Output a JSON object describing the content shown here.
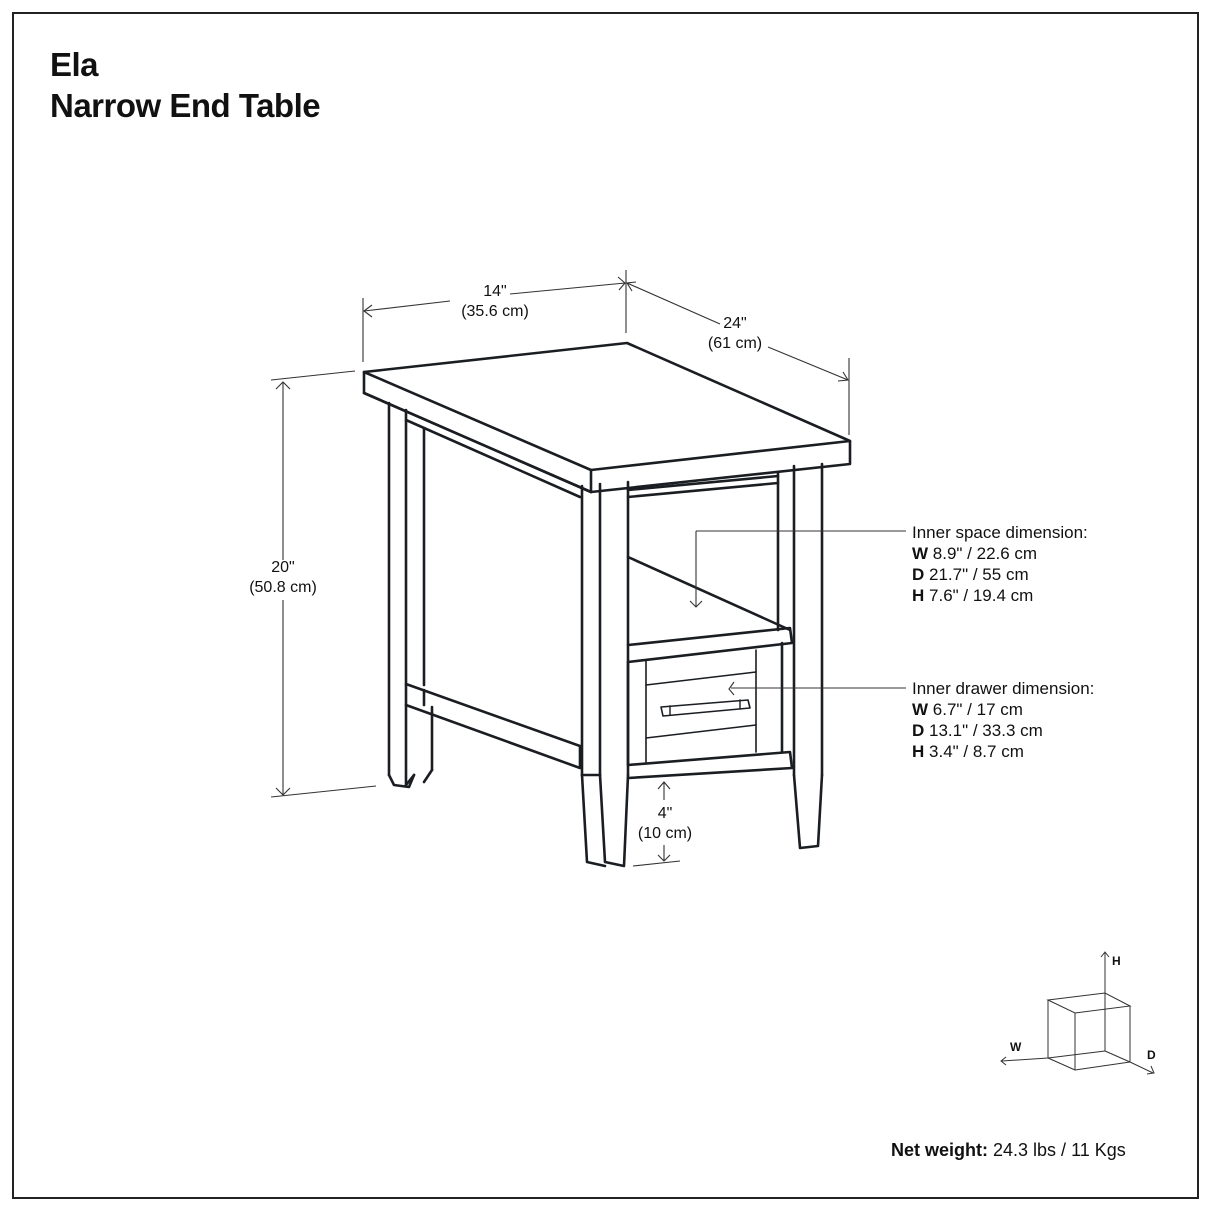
{
  "header": {
    "brand": "Ela",
    "product": "Narrow End Table"
  },
  "dimensions": {
    "width": {
      "imperial": "14\"",
      "metric": "(35.6 cm)"
    },
    "depth": {
      "imperial": "24\"",
      "metric": "(61 cm)"
    },
    "height": {
      "imperial": "20\"",
      "metric": "(50.8 cm)"
    },
    "clearance": {
      "imperial": "4\"",
      "metric": "(10 cm)"
    }
  },
  "inner_space": {
    "title": "Inner space dimension:",
    "rows": [
      {
        "key": "W",
        "value": "8.9\" / 22.6 cm"
      },
      {
        "key": "D",
        "value": "21.7\" / 55 cm"
      },
      {
        "key": "H",
        "value": "7.6\" / 19.4 cm"
      }
    ]
  },
  "inner_drawer": {
    "title": "Inner drawer dimension:",
    "rows": [
      {
        "key": "W",
        "value": "6.7\" / 17 cm"
      },
      {
        "key": "D",
        "value": "13.1\" / 33.3 cm"
      },
      {
        "key": "H",
        "value": "3.4\" / 8.7 cm"
      }
    ]
  },
  "axis_legend": {
    "h": "H",
    "w": "W",
    "d": "D"
  },
  "net_weight": {
    "label": "Net weight:",
    "value": "24.3 lbs / 11 Kgs"
  },
  "colors": {
    "line": "#1a1d22",
    "border": "#222222",
    "background": "#ffffff"
  }
}
